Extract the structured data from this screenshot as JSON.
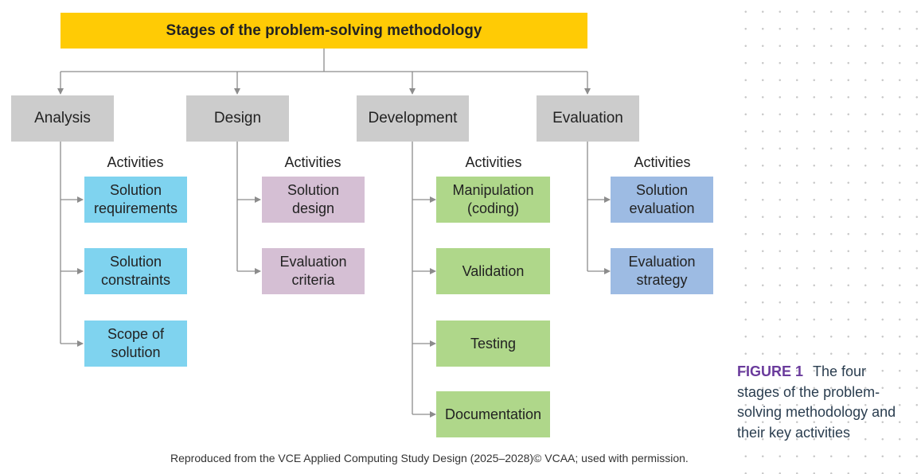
{
  "title": "Stages of the problem-solving methodology",
  "stages": [
    {
      "label": "Analysis",
      "activities_label": "Activities",
      "color": "#7fd3ef",
      "activities": [
        "Solution\nrequirements",
        "Solution\nconstraints",
        "Scope of\nsolution"
      ]
    },
    {
      "label": "Design",
      "activities_label": "Activities",
      "color": "#d5bfd4",
      "activities": [
        "Solution\ndesign",
        "Evaluation\ncriteria"
      ]
    },
    {
      "label": "Development",
      "activities_label": "Activities",
      "color": "#afd78a",
      "activities": [
        "Manipulation\n(coding)",
        "Validation",
        "Testing",
        "Documentation"
      ]
    },
    {
      "label": "Evaluation",
      "activities_label": "Activities",
      "color": "#9dbbe3",
      "activities": [
        "Solution\nevaluation",
        "Evaluation\nstrategy"
      ]
    }
  ],
  "caption": {
    "figure_label": "FIGURE 1",
    "text": "The four stages of the problem-solving methodology and their key activities"
  },
  "credit": "Reproduced from the VCE Applied Computing Study Design (2025–2028)© VCAA; used with permission.",
  "colors": {
    "title_bg": "#ffcb05",
    "stage_bg": "#cccccc",
    "connector": "#8c8c8c",
    "figure_label": "#6a3b9c"
  }
}
